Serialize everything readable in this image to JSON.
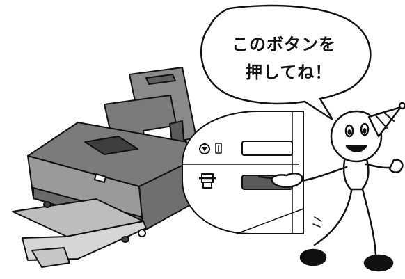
{
  "speech_bubble": {
    "line1": "このボタンを",
    "line2": "押してね！"
  },
  "icons": {
    "printer": "printer-icon",
    "paper_feed_button": "paper-feed-button-icon",
    "resume_cancel_button": "resume-cancel-icon",
    "character": "mascot-character",
    "party_hat": "party-hat-icon"
  },
  "colors": {
    "ink": "#111111",
    "printer_dark": "#6f6f6f",
    "printer_mid": "#9a9a9a",
    "printer_light": "#c9c9c9",
    "paper": "#ffffff"
  }
}
